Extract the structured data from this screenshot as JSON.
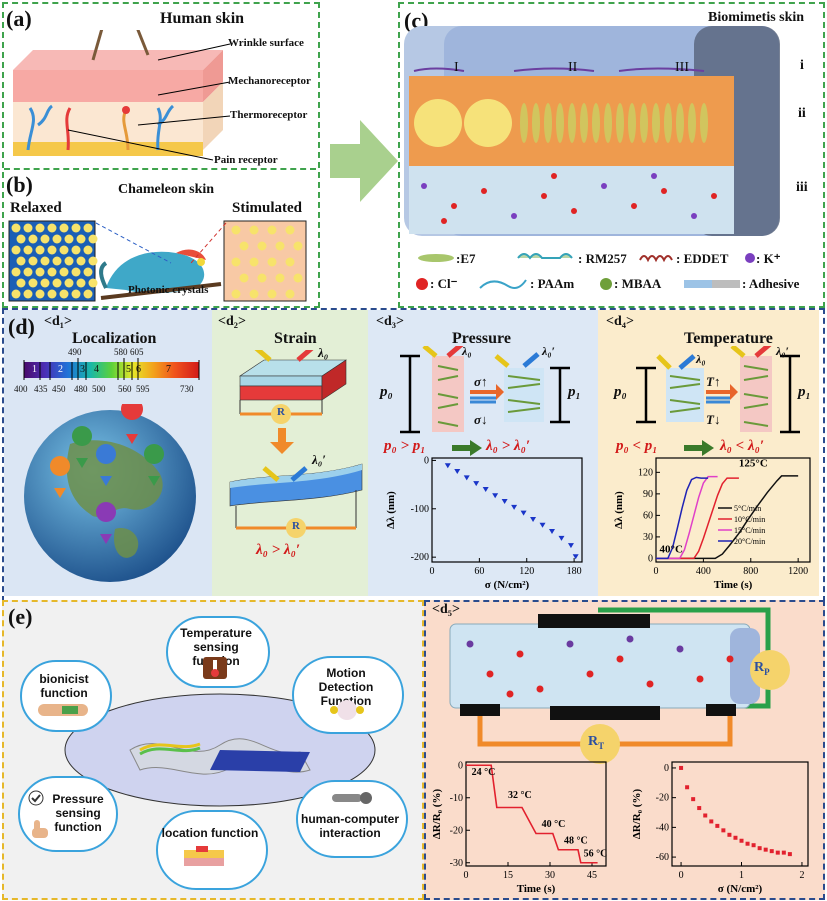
{
  "panel_a": {
    "label": "(a)",
    "title": "Human skin",
    "annotations": [
      "Wrinkle surface",
      "Mechanoreceptor",
      "Thermoreceptor",
      "Pain receptor"
    ]
  },
  "panel_b": {
    "label": "(b)",
    "title": "Chameleon skin",
    "left": "Relaxed",
    "right": "Stimulated",
    "caption": "Photonic crystals"
  },
  "panel_c": {
    "label": "(c)",
    "title": "Biomimetis skin",
    "regions": [
      "I",
      "II",
      "III"
    ],
    "layers": [
      "i",
      "ii",
      "iii"
    ],
    "legend": [
      ":E7",
      ": RM257",
      ": EDDET",
      ": K⁺",
      ": Cl⁻",
      ": PAAm",
      ": MBAA",
      ": Adhesive"
    ]
  },
  "panel_d": {
    "label": "(d)",
    "d1": {
      "tag": "<d₁>",
      "title": "Localization",
      "spectrum_numbers": [
        "1",
        "2",
        "3",
        "4",
        "5",
        "6",
        "7"
      ],
      "ticks_top": [
        "490",
        "580",
        "605"
      ],
      "ticks_bottom": [
        "400",
        "435",
        "450",
        "480",
        "500",
        "560",
        "595",
        "730"
      ]
    },
    "d2": {
      "tag": "<d₂>",
      "title": "Strain",
      "resistor": "R",
      "lambda0": "λ₀",
      "lambda0p": "λ₀′",
      "relation": "λ₀ > λ₀′"
    },
    "d3": {
      "tag": "<d₃>",
      "title": "Pressure",
      "p0": "p₀",
      "p1": "p₁",
      "sigma_up": "σ↑",
      "sigma_down": "σ↓",
      "lambda0": "λ₀",
      "lambda0p": "λ₀′",
      "rel_left": "p₀ > p₁",
      "rel_right": "λ₀ > λ₀′"
    },
    "d4": {
      "tag": "<d₄>",
      "title": "Temperature",
      "p0": "p₀",
      "p1": "p₁",
      "t_up": "T↑",
      "t_down": "T↓",
      "lambda0": "λ₀",
      "lambda0p": "λ₀′",
      "rel_left": "p₀ < p₁",
      "rel_right": "λ₀ < λ₀′",
      "anno_high": "125°C",
      "anno_low": "40°C"
    }
  },
  "panel_e": {
    "label": "(e)",
    "functions": [
      "Temperature sensing function",
      "bionicist function",
      "Motion Detection Function",
      "Pressure sensing function",
      "location function",
      "human-computer interaction"
    ]
  },
  "panel_d5": {
    "tag": "<d₅>",
    "rp": "R",
    "rp_sub": "P",
    "rt": "R",
    "rt_sub": "T"
  },
  "chart_data": [
    {
      "type": "scatter",
      "title": "",
      "xlabel": "σ (N/cm²)",
      "ylabel": "Δλ (nm)",
      "xlim": [
        0,
        190
      ],
      "ylim": [
        -210,
        5
      ],
      "xticks": [
        0,
        60,
        120,
        180
      ],
      "yticks": [
        0,
        -100,
        -200
      ],
      "marker": "triangle-down",
      "color": "#1a35c8",
      "series": [
        {
          "x": [
            20,
            32,
            44,
            56,
            68,
            80,
            92,
            104,
            116,
            128,
            140,
            152,
            164,
            176,
            182
          ],
          "y": [
            -10,
            -22,
            -35,
            -47,
            -59,
            -72,
            -84,
            -96,
            -108,
            -121,
            -133,
            -146,
            -160,
            -175,
            -198
          ]
        }
      ]
    },
    {
      "type": "line",
      "title": "",
      "xlabel": "Time (s)",
      "ylabel": "Δλ (nm)",
      "xlim": [
        0,
        1300
      ],
      "ylim": [
        -5,
        140
      ],
      "xticks": [
        0,
        400,
        800,
        1200
      ],
      "yticks": [
        0,
        30,
        60,
        90,
        120
      ],
      "series": [
        {
          "name": "5°C/min",
          "color": "#111111",
          "x": [
            0,
            500,
            560,
            620,
            700,
            780,
            860,
            940,
            1020,
            1060,
            1100,
            1200
          ],
          "y": [
            0,
            0,
            6,
            18,
            35,
            55,
            74,
            92,
            108,
            115,
            115,
            115
          ]
        },
        {
          "name": "10°C/min",
          "color": "#e2212e",
          "x": [
            0,
            320,
            360,
            400,
            440,
            480,
            520,
            560,
            600,
            640,
            700
          ],
          "y": [
            0,
            0,
            10,
            28,
            48,
            68,
            88,
            104,
            112,
            112,
            112
          ]
        },
        {
          "name": "15°C/min",
          "color": "#e040c8",
          "x": [
            0,
            200,
            240,
            280,
            320,
            360,
            400,
            440,
            480,
            520
          ],
          "y": [
            0,
            0,
            12,
            35,
            60,
            85,
            105,
            114,
            114,
            114
          ]
        },
        {
          "name": "20°C/min",
          "color": "#1f23b5",
          "x": [
            0,
            100,
            140,
            180,
            220,
            260,
            300,
            340,
            380,
            440
          ],
          "y": [
            0,
            0,
            15,
            42,
            70,
            95,
            110,
            113,
            112,
            112
          ]
        }
      ]
    },
    {
      "type": "line",
      "title": "",
      "xlabel": "Time (s)",
      "ylabel": "ΔR/R₀ (%)",
      "xlim": [
        0,
        50
      ],
      "ylim": [
        -31,
        1
      ],
      "xticks": [
        0,
        15,
        30,
        45
      ],
      "yticks": [
        0,
        -10,
        -20,
        -30
      ],
      "color": "#e2212e",
      "series": [
        {
          "x": [
            0,
            9,
            11,
            15,
            20,
            25,
            30,
            31,
            33,
            35,
            40,
            41,
            47
          ],
          "y": [
            0,
            0,
            -13,
            -13,
            -13,
            -21,
            -21,
            -21,
            -26,
            -26,
            -26,
            -30,
            -30
          ]
        }
      ],
      "annotations": [
        "24 °C",
        "32 °C",
        "40 °C",
        "48 °C",
        "56 °C"
      ]
    },
    {
      "type": "scatter",
      "title": "",
      "xlabel": "σ (N/cm²)",
      "ylabel": "ΔR/R₀ (%)",
      "xlim": [
        -0.15,
        2.1
      ],
      "ylim": [
        -66,
        4
      ],
      "xticks": [
        0,
        1,
        2
      ],
      "yticks": [
        0,
        -20,
        -40,
        -60
      ],
      "color": "#e2212e",
      "series": [
        {
          "x": [
            0,
            0.1,
            0.2,
            0.3,
            0.4,
            0.5,
            0.6,
            0.7,
            0.8,
            0.9,
            1.0,
            1.1,
            1.2,
            1.3,
            1.4,
            1.5,
            1.6,
            1.7,
            1.8
          ],
          "y": [
            0,
            -13,
            -21,
            -27,
            -32,
            -36,
            -39,
            -42,
            -45,
            -47,
            -49,
            -51,
            -52,
            -54,
            -55,
            -56,
            -57,
            -57,
            -58
          ]
        }
      ]
    }
  ]
}
